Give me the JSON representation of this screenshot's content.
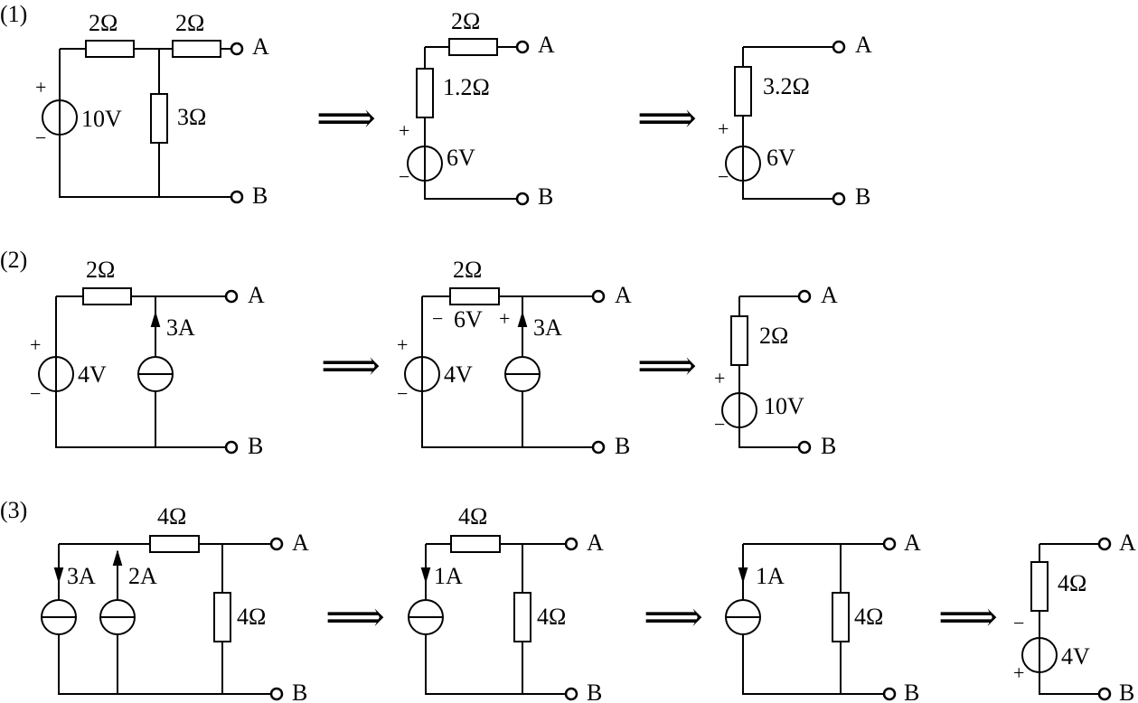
{
  "parts": [
    {
      "id": "part1",
      "label": "(1)",
      "steps": [
        {
          "id": "p1s1",
          "resistors": [
            "2Ω",
            "2Ω",
            "3Ω"
          ],
          "sources": [
            "10V"
          ],
          "terminals": [
            "A",
            "B"
          ]
        },
        {
          "id": "p1s2",
          "resistors": [
            "2Ω",
            "1.2Ω"
          ],
          "sources": [
            "6V"
          ],
          "terminals": [
            "A",
            "B"
          ]
        },
        {
          "id": "p1s3",
          "resistors": [
            "3.2Ω"
          ],
          "sources": [
            "6V"
          ],
          "terminals": [
            "A",
            "B"
          ]
        }
      ]
    },
    {
      "id": "part2",
      "label": "(2)",
      "steps": [
        {
          "id": "p2s1",
          "resistors": [
            "2Ω"
          ],
          "sources": [
            "4V",
            "3A"
          ],
          "terminals": [
            "A",
            "B"
          ]
        },
        {
          "id": "p2s2",
          "resistors": [
            "2Ω"
          ],
          "sources": [
            "4V",
            "3A"
          ],
          "voltage_drop": "6V",
          "terminals": [
            "A",
            "B"
          ]
        },
        {
          "id": "p2s3",
          "resistors": [
            "2Ω"
          ],
          "sources": [
            "10V"
          ],
          "terminals": [
            "A",
            "B"
          ]
        }
      ]
    },
    {
      "id": "part3",
      "label": "(3)",
      "steps": [
        {
          "id": "p3s1",
          "resistors": [
            "4Ω",
            "4Ω"
          ],
          "sources": [
            "3A",
            "2A"
          ],
          "terminals": [
            "A",
            "B"
          ]
        },
        {
          "id": "p3s2",
          "resistors": [
            "4Ω",
            "4Ω"
          ],
          "sources": [
            "1A"
          ],
          "terminals": [
            "A",
            "B"
          ]
        },
        {
          "id": "p3s3",
          "resistors": [
            "4Ω"
          ],
          "sources": [
            "1A"
          ],
          "terminals": [
            "A",
            "B"
          ]
        },
        {
          "id": "p3s4",
          "resistors": [
            "4Ω"
          ],
          "sources": [
            "4V"
          ],
          "terminals": [
            "A",
            "B"
          ]
        }
      ]
    }
  ],
  "symbols": {
    "plus": "+",
    "minus": "−",
    "equiv_arrow": "⟹"
  }
}
